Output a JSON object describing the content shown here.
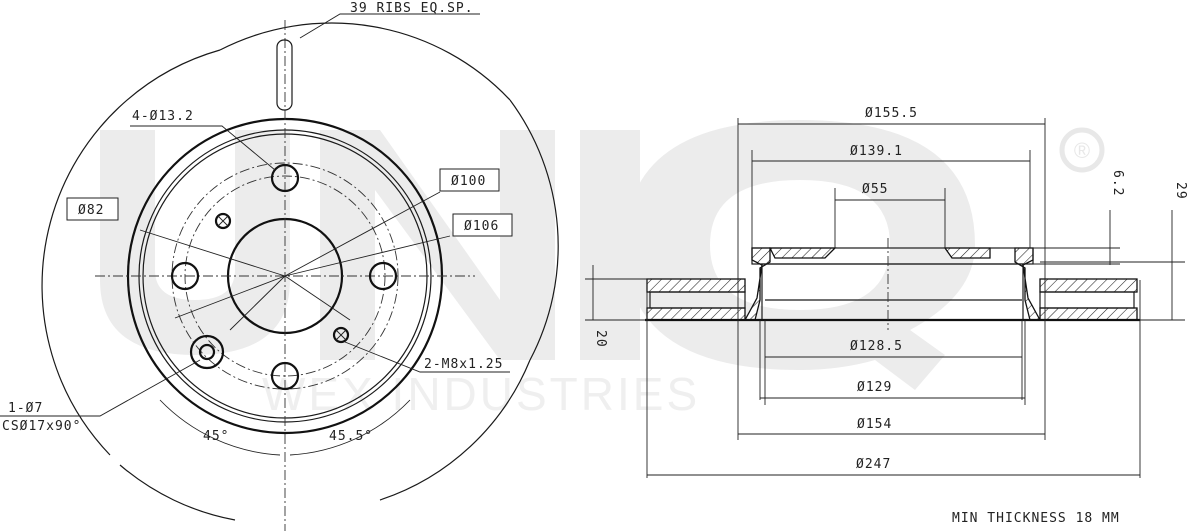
{
  "watermark": {
    "brand": "UNIQ",
    "registered_mark": "®",
    "subtitle": "WEX INDUSTRIES"
  },
  "front_view": {
    "annotations": {
      "ribs": "39 RIBS EQ.SP.",
      "bolt_holes": "4-Ø13.2",
      "hub_bore": "Ø82",
      "pcd": "Ø100",
      "pcd_outer": "Ø106",
      "threaded_holes": "2-M8x1.25",
      "locating_hole_line1": "1-Ø7",
      "locating_hole_line2": "CSØ17x90°",
      "angle_left": "45°",
      "angle_right": "45.5°"
    }
  },
  "section_view": {
    "annotations": {
      "d_outer_hat": "Ø155.5",
      "d_hat_top": "Ø139.1",
      "d_center_bore": "Ø55",
      "d_inner_128": "Ø128.5",
      "d_inner_129": "Ø129",
      "d_hat_base": "Ø154",
      "d_disc": "Ø247",
      "hat_thickness": "6.2",
      "total_height": "29",
      "disc_thickness": "20"
    }
  },
  "footer": {
    "min_thickness": "MIN THICKNESS 18 MM"
  }
}
